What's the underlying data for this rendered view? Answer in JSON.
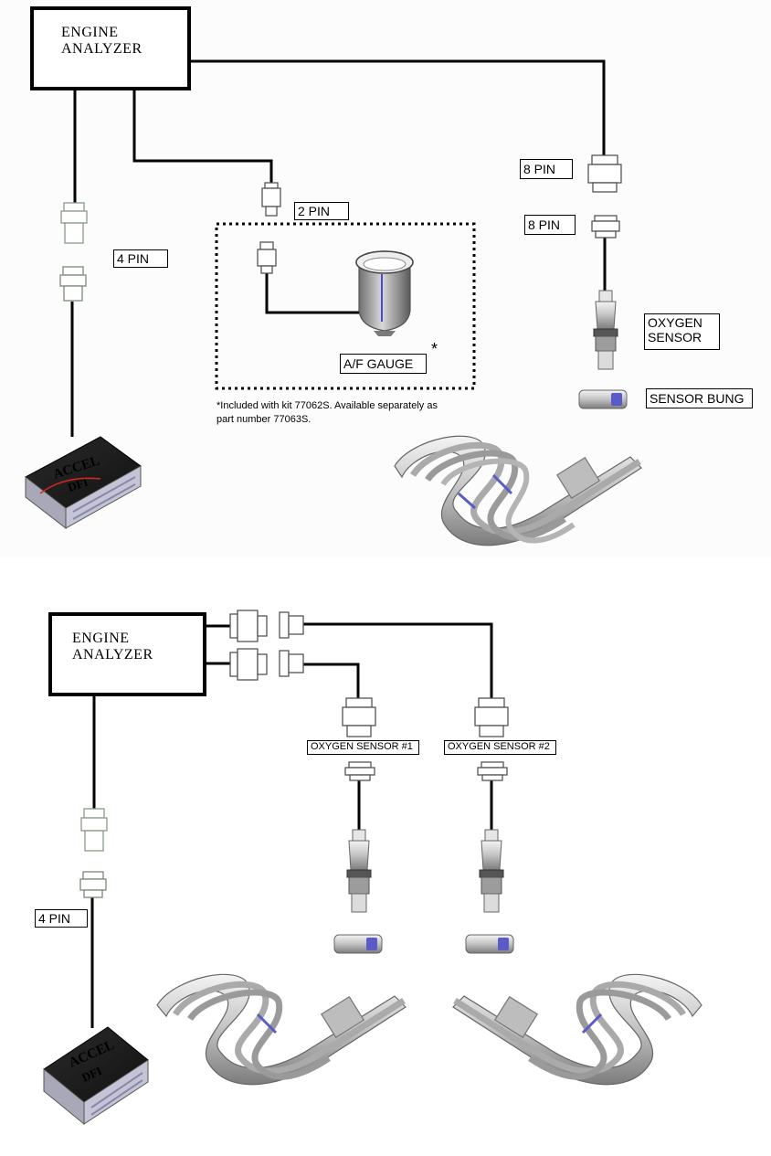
{
  "top_diagram": {
    "analyzer": {
      "line1": "ENGINE",
      "line2": "ANALYZER"
    },
    "labels": {
      "pin4": "4 PIN",
      "pin2": "2 PIN",
      "pin8_top": "8 PIN",
      "pin8_bottom": "8 PIN",
      "oxygen_sensor_line1": "OXYGEN",
      "oxygen_sensor_line2": "SENSOR",
      "sensor_bung": "SENSOR BUNG",
      "af_gauge": "A/F GAUGE",
      "asterisk": "*"
    },
    "footnote": {
      "line1": "*Included with kit 77062S.  Available separately as",
      "line2": "part number 77063S."
    },
    "module_brand": {
      "line1": "ACCEL",
      "line2": "DFI"
    }
  },
  "bottom_diagram": {
    "analyzer": {
      "line1": "ENGINE",
      "line2": "ANALYZER"
    },
    "labels": {
      "sensor1": "OXYGEN SENSOR #1",
      "sensor2": "OXYGEN SENSOR #2",
      "pin4": "4 PIN"
    },
    "module_brand": {
      "line1": "ACCEL",
      "line2": "DFI"
    }
  },
  "colors": {
    "wire": "#000000",
    "connector": "#7a8a7a",
    "metal_light": "#e2e2e2",
    "metal_dark": "#8c8c8c",
    "accent_blue": "#5a5ac8",
    "module_red": "#d8281c",
    "module_yellow": "#f0c020"
  }
}
